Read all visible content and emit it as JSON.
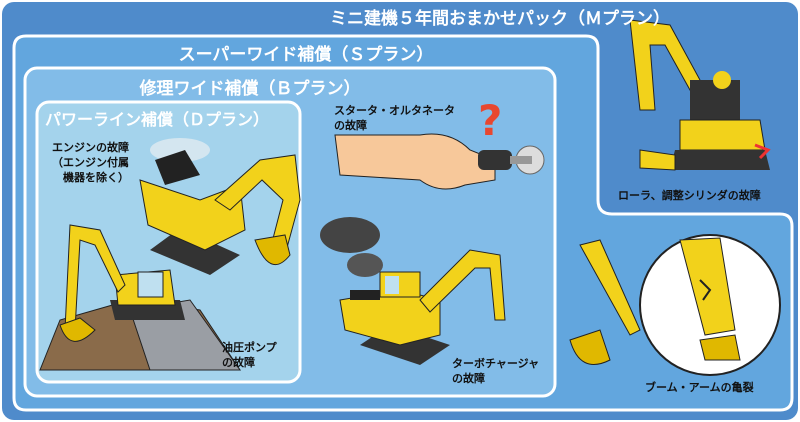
{
  "plans": {
    "m_plan": "ミニ建機５年間おまかせパック（Ｍプラン）",
    "s_plan": "スーパーワイド補償（Ｓプラン）",
    "b_plan": "修理ワイド補償（Ｂプラン）",
    "d_plan": "パワーライン補償（Ｄプラン）"
  },
  "labels": {
    "engine": "エンジンの故障\n（エンジン付属\n　機器を除く）",
    "hydraulic_pump": "油圧ポンプ\nの故障",
    "starter": "スタータ・オルタネータ\nの故障",
    "turbo": "ターボチャージャ\nの故障",
    "roller": "ローラ、調整シリンダの故障",
    "boom": "ブーム・アームの亀裂"
  },
  "colors": {
    "m_plan_bg": "#4f8bcb",
    "s_plan_bg": "#62a6de",
    "b_plan_bg": "#82bce8",
    "d_plan_bg": "#a4d3ec",
    "machine_yellow": "#f2d21b"
  }
}
